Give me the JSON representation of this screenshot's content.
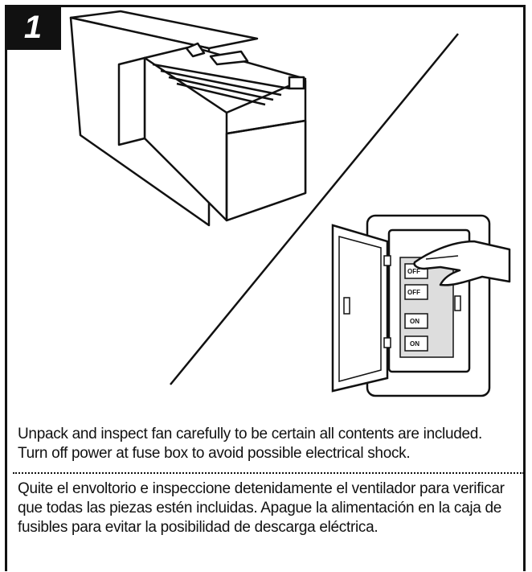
{
  "step": {
    "number": "1"
  },
  "illustration": {
    "box_icon": "open-carton-box",
    "panel_icon": "breaker-panel-with-hand",
    "breaker_labels": [
      "OFF",
      "OFF",
      "ON",
      "ON"
    ]
  },
  "instructions": {
    "en_line1": "Unpack and inspect fan carefully to be certain all contents are included.",
    "en_line2": "Turn off power at fuse box to avoid possible electrical shock.",
    "es_line1": "Quite el envoltorio e inspeccione detenidamente el ventilador para verificar",
    "es_line2": "que todas las piezas estén incluidas. Apague la alimentación en la caja de",
    "es_line3": "fusibles para evitar la posibilidad de descarga eléctrica."
  }
}
